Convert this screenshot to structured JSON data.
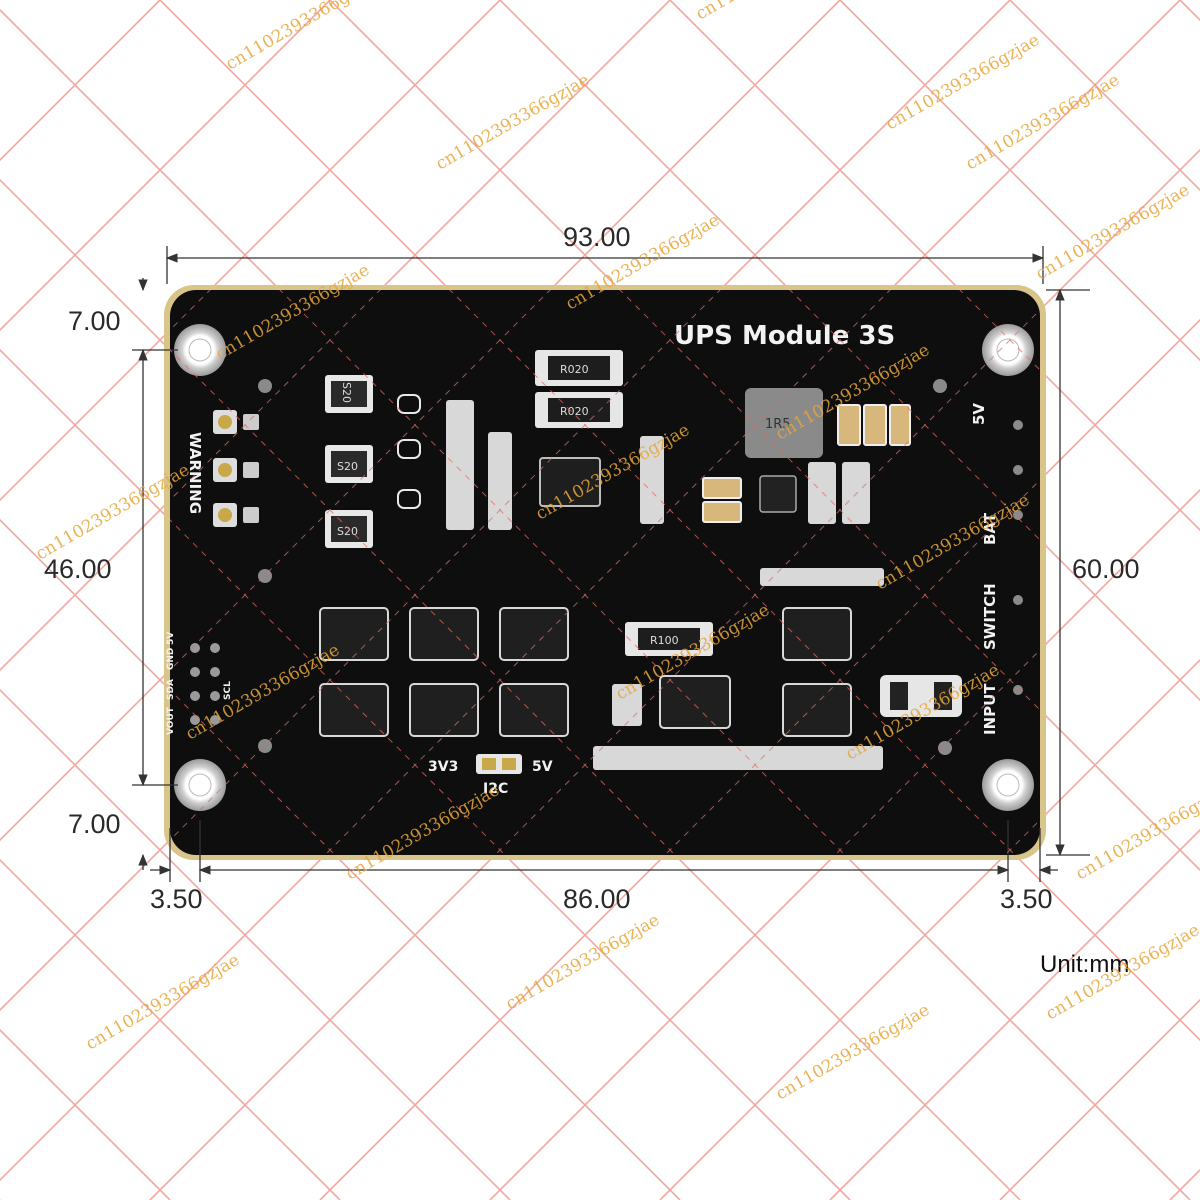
{
  "board": {
    "title": "UPS Module 3S",
    "labels": {
      "warning": "WARNING",
      "five_v": "5V",
      "bat": "BAT",
      "switch": "SWITCH",
      "input": "INPUT",
      "v3v3": "3V3",
      "v5v": "5V",
      "i2c": "I2C"
    },
    "resistor_marks": [
      "R020",
      "R020",
      "R100",
      "1R5"
    ],
    "diode_marks": [
      "S20",
      "S20",
      "S20"
    ],
    "header_pins": [
      "VOUT",
      "SDA",
      "SCL",
      "GND",
      "5V"
    ]
  },
  "dimensions": {
    "overall_width": "93.00",
    "overall_height": "60.00",
    "hole_spacing_vertical": "46.00",
    "hole_spacing_horizontal": "86.00",
    "top_margin": "7.00",
    "bottom_margin": "7.00",
    "left_margin": "3.50",
    "right_margin": "3.50",
    "unit": "Unit:mm"
  },
  "watermark": "cn1102393366gzjae",
  "colors": {
    "board": "#0e0e0e",
    "board_edge": "#d9c48a",
    "grid": "#f2a6a0",
    "watermark": "#e7a63a",
    "dimension_line": "#333333"
  }
}
